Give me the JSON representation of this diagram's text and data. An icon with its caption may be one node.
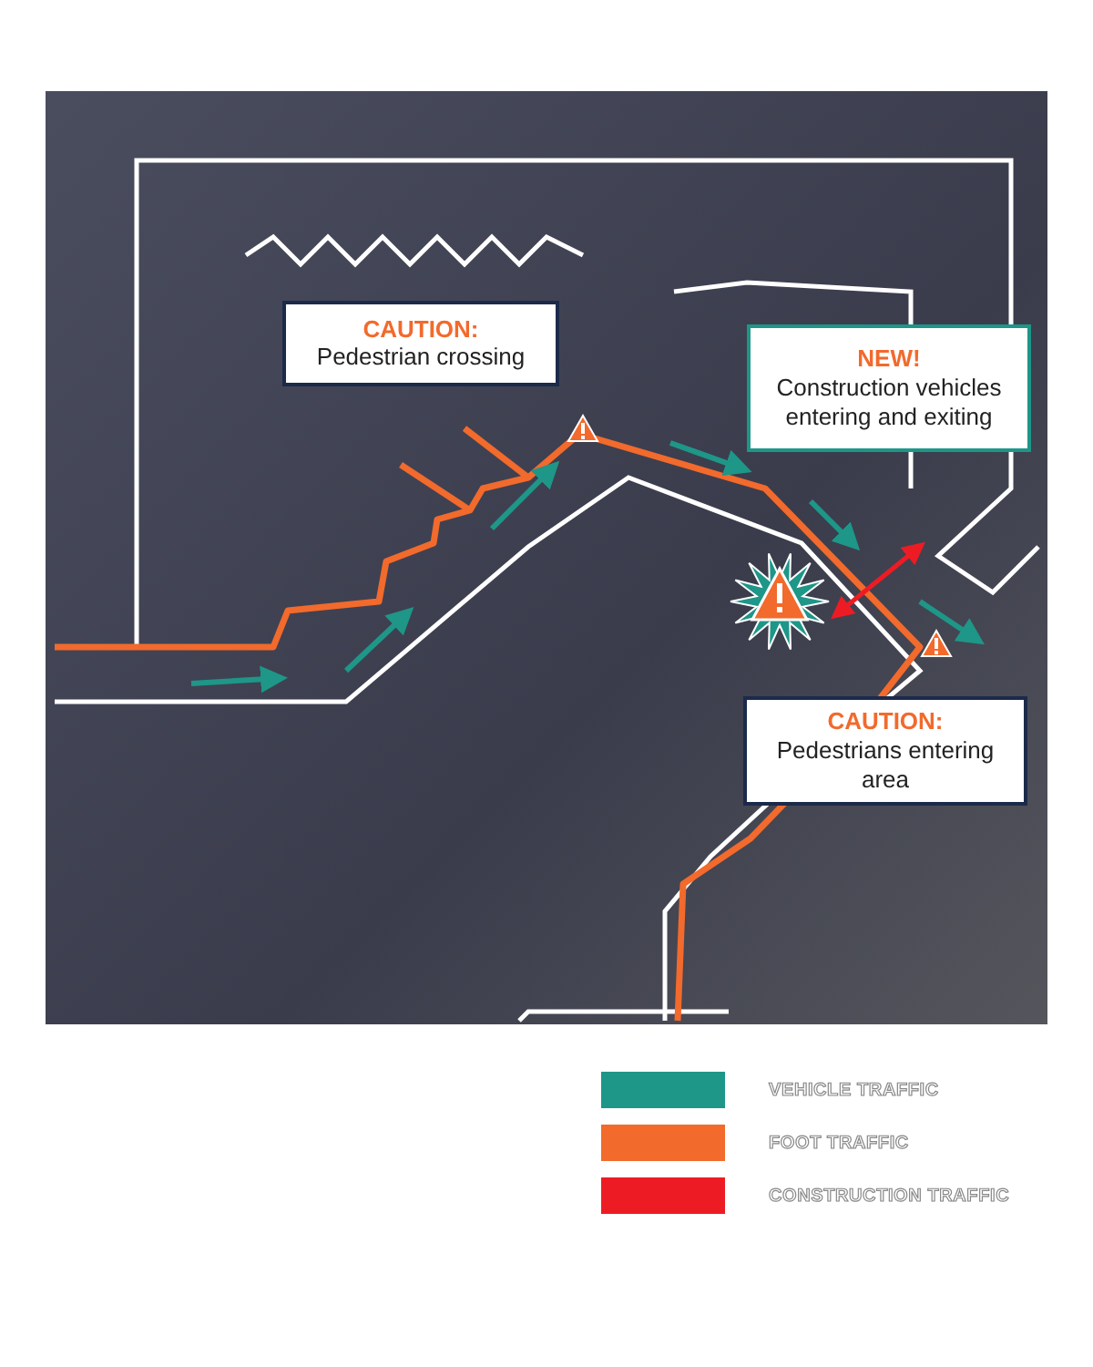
{
  "diagram": {
    "nodes": [
      {
        "text": [
          "CAUTION:",
          "Pedestrian crossing"
        ]
      },
      {
        "text": [
          "NEW!",
          "Construction vehicles entering and exiting"
        ]
      },
      {
        "text": [
          "CAUTION:",
          "Pedestrians entering area"
        ]
      }
    ],
    "legend": [
      {
        "text": "VEHICLE TRAFFIC",
        "color": "#1e9688"
      },
      {
        "text": "FOOT TRAFFIC",
        "color": "#f26a2c"
      },
      {
        "text": "CONSTRUCTION TRAFFIC",
        "color": "#ed1c24"
      }
    ]
  }
}
